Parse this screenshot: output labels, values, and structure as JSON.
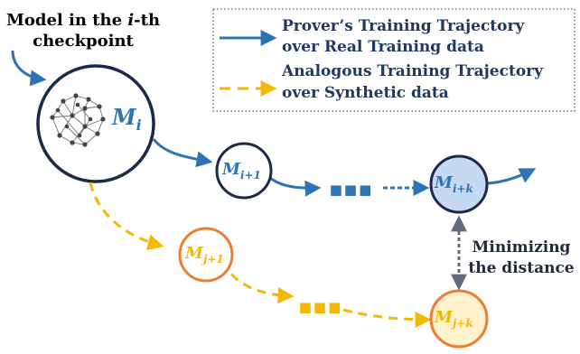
{
  "title": {
    "line1_pre": "Model in the ",
    "line1_italic": "i",
    "line1_post": "-th",
    "line2": "checkpoint"
  },
  "legend": {
    "real": {
      "line1": "Prover’s Training Trajectory",
      "line2": "over Real Training data",
      "color": "#2e74b5"
    },
    "synthetic": {
      "line1": "Analogous Training Trajectory",
      "line2": "over Synthetic data",
      "color": "#f5b800"
    }
  },
  "nodes": {
    "m_i": {
      "base": "M",
      "sub": "i",
      "color": "#2e74b5"
    },
    "m_i1": {
      "base": "M",
      "sub": "i+1",
      "color": "#2e74b5"
    },
    "m_ik": {
      "base": "M",
      "sub": "i+k",
      "color": "#2e74b5"
    },
    "m_j1": {
      "base": "M",
      "sub": "j+1",
      "color": "#f5b800"
    },
    "m_jk": {
      "base": "M",
      "sub": "j+k",
      "color": "#f5b800"
    }
  },
  "ellipsis_real": "■■■",
  "ellipsis_syn": "■■■",
  "distance": {
    "line1": "Minimizing",
    "line2": "the distance"
  },
  "colors": {
    "dark_ring": "#1b2a4a",
    "orange_ring": "#ed7d31",
    "blue_fill": "#c5d9f1",
    "orange_fill": "#fff2cc",
    "gray_arrow": "#5f6b7a"
  }
}
